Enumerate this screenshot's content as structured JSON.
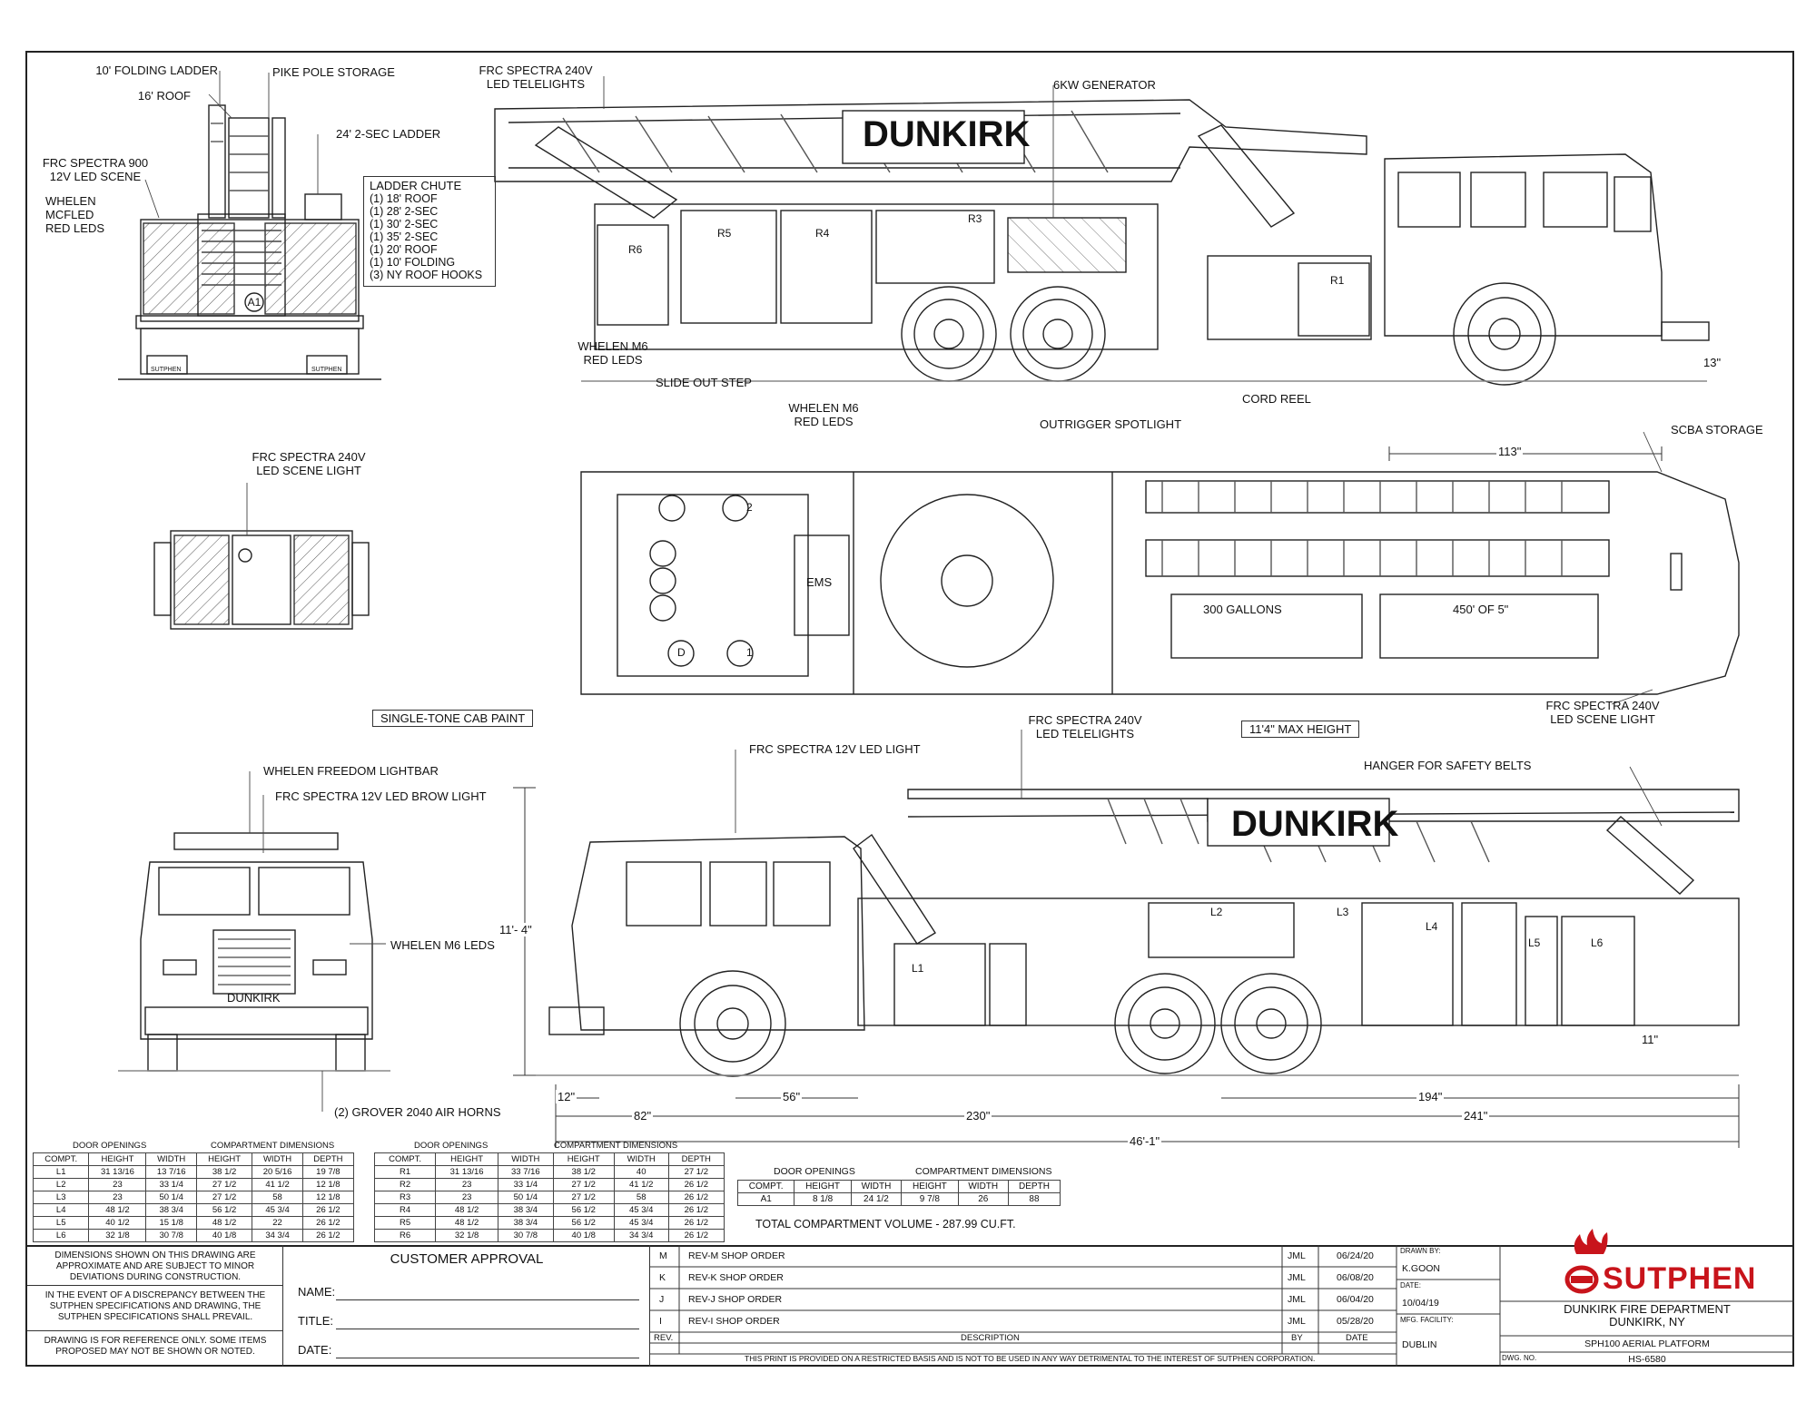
{
  "rear_view_top": {
    "callouts": [
      "10' FOLDING LADDER",
      "16' ROOF",
      "PIKE POLE STORAGE",
      "24' 2-SEC LADDER",
      "FRC SPECTRA 900\n12V LED SCENE",
      "WHELEN\nMCFLED\nRED LEDS"
    ],
    "compartment": "A1",
    "badges": [
      "SUTPHEN",
      "SUTPHEN"
    ]
  },
  "ladder_chute": {
    "title": "LADDER CHUTE",
    "items": [
      "(1) 18' ROOF",
      "(1) 28' 2-SEC",
      "(1) 30' 2-SEC",
      "(1) 35' 2-SEC",
      "(1) 20' ROOF",
      "(1) 10' FOLDING",
      "(3) NY ROOF HOOKS"
    ]
  },
  "officer_side": {
    "callouts": [
      "FRC SPECTRA 240V\nLED TELELIGHTS",
      "6KW GENERATOR",
      "WHELEN M6\nRED LEDS",
      "SLIDE OUT STEP",
      "WHELEN M6\nRED LEDS",
      "OUTRIGGER SPOTLIGHT",
      "CORD REEL"
    ],
    "dimension": "13\"",
    "name": "DUNKIRK",
    "compartments": [
      "R6",
      "R5",
      "R4",
      "R3",
      "R1"
    ]
  },
  "rear_view_mid": {
    "callouts": [
      "FRC SPECTRA 240V\nLED SCENE LIGHT"
    ]
  },
  "top_view": {
    "callouts": [
      "SCBA STORAGE",
      "FRC SPECTRA 240V\nLED SCENE LIGHT"
    ],
    "dimension": "113\"",
    "labels": [
      "300 GALLONS",
      "450' OF 5\"",
      "EMS"
    ],
    "seats": [
      "1",
      "2",
      "D"
    ],
    "boxes": [
      "SINGLE-TONE CAB PAINT",
      "11'4\" MAX HEIGHT"
    ]
  },
  "driver_side": {
    "callouts": [
      "FRC SPECTRA 12V LED LIGHT",
      "FRC SPECTRA 240V\nLED TELELIGHTS",
      "HANGER FOR SAFETY BELTS"
    ],
    "name": "DUNKIRK",
    "compartments": [
      "L1",
      "L2",
      "L3",
      "L4",
      "L5",
      "L6"
    ],
    "dimensions": {
      "height": "11'- 4\"",
      "rear_overhang": "11\"",
      "front_bumper": "12\"",
      "front_axle": "82\"",
      "cab_to_axle": "56\"",
      "wheelbase": "230\"",
      "rear_axle": "194\"",
      "rear_total": "241\"",
      "overall": "46'-1\""
    }
  },
  "front_view": {
    "callouts": [
      "WHELEN FREEDOM LIGHTBAR",
      "FRC SPECTRA 12V LED BROW LIGHT",
      "WHELEN M6 LEDS",
      "(2) GROVER 2040 AIR HORNS"
    ],
    "name": "DUNKIRK"
  },
  "tables": {
    "left": {
      "door_caption": "DOOR OPENINGS",
      "comp_caption": "COMPARTMENT DIMENSIONS",
      "headers": [
        "COMPT.",
        "HEIGHT",
        "WIDTH",
        "HEIGHT",
        "WIDTH",
        "DEPTH"
      ],
      "rows": [
        [
          "L1",
          "31 13/16",
          "13 7/16",
          "38 1/2",
          "20 5/16",
          "19 7/8"
        ],
        [
          "L2",
          "23",
          "33 1/4",
          "27 1/2",
          "41 1/2",
          "12 1/8"
        ],
        [
          "L3",
          "23",
          "50 1/4",
          "27 1/2",
          "58",
          "12 1/8"
        ],
        [
          "L4",
          "48 1/2",
          "38 3/4",
          "56 1/2",
          "45 3/4",
          "26 1/2"
        ],
        [
          "L5",
          "40 1/2",
          "15 1/8",
          "48 1/2",
          "22",
          "26 1/2"
        ],
        [
          "L6",
          "32 1/8",
          "30 7/8",
          "40 1/8",
          "34 3/4",
          "26 1/2"
        ]
      ]
    },
    "right": {
      "door_caption": "DOOR OPENINGS",
      "comp_caption": "COMPARTMENT DIMENSIONS",
      "headers": [
        "COMPT.",
        "HEIGHT",
        "WIDTH",
        "HEIGHT",
        "WIDTH",
        "DEPTH"
      ],
      "rows": [
        [
          "R1",
          "31 13/16",
          "33 7/16",
          "38 1/2",
          "40",
          "27 1/2"
        ],
        [
          "R2",
          "23",
          "33 1/4",
          "27 1/2",
          "41 1/2",
          "26 1/2"
        ],
        [
          "R3",
          "23",
          "50 1/4",
          "27 1/2",
          "58",
          "26 1/2"
        ],
        [
          "R4",
          "48 1/2",
          "38 3/4",
          "56 1/2",
          "45 3/4",
          "26 1/2"
        ],
        [
          "R5",
          "48 1/2",
          "38 3/4",
          "56 1/2",
          "45 3/4",
          "26 1/2"
        ],
        [
          "R6",
          "32 1/8",
          "30 7/8",
          "40 1/8",
          "34 3/4",
          "26 1/2"
        ]
      ]
    },
    "aft": {
      "door_caption": "DOOR OPENINGS",
      "comp_caption": "COMPARTMENT DIMENSIONS",
      "headers": [
        "COMPT.",
        "HEIGHT",
        "WIDTH",
        "HEIGHT",
        "WIDTH",
        "DEPTH"
      ],
      "rows": [
        [
          "A1",
          "8 1/8",
          "24 1/2",
          "9 7/8",
          "26",
          "88"
        ]
      ]
    },
    "total": "TOTAL COMPARTMENT VOLUME - 287.99 CU.FT."
  },
  "title_block": {
    "notes": [
      "DIMENSIONS SHOWN ON THIS DRAWING ARE APPROXIMATE AND ARE SUBJECT TO MINOR DEVIATIONS DURING CONSTRUCTION.",
      "IN THE EVENT OF A DISCREPANCY BETWEEN THE SUTPHEN SPECIFICATIONS AND DRAWING, THE SUTPHEN SPECIFICATIONS SHALL PREVAIL.",
      "DRAWING IS FOR REFERENCE ONLY. SOME ITEMS PROPOSED MAY NOT BE SHOWN OR NOTED."
    ],
    "customer_approval": "CUSTOMER APPROVAL",
    "fields": [
      "NAME:",
      "TITLE:",
      "DATE:"
    ],
    "revisions": [
      {
        "rev": "M",
        "desc": "REV-M SHOP ORDER",
        "by": "JML",
        "date": "06/24/20"
      },
      {
        "rev": "K",
        "desc": "REV-K SHOP ORDER",
        "by": "JML",
        "date": "06/08/20"
      },
      {
        "rev": "J",
        "desc": "REV-J SHOP ORDER",
        "by": "JML",
        "date": "06/04/20"
      },
      {
        "rev": "I",
        "desc": "REV-I SHOP ORDER",
        "by": "JML",
        "date": "05/28/20"
      }
    ],
    "rev_headers": {
      "rev": "REV.",
      "desc": "DESCRIPTION",
      "by": "BY",
      "date": "DATE"
    },
    "disclaimer": "THIS PRINT IS PROVIDED ON A RESTRICTED BASIS AND IS NOT TO BE USED IN ANY WAY DETRIMENTAL TO THE INTEREST OF SUTPHEN CORPORATION.",
    "drawn_by_label": "DRAWN BY:",
    "drawn_by": "K.GOON",
    "date_label": "DATE:",
    "date": "10/04/19",
    "facility_label": "MFG. FACILITY:",
    "facility": "DUBLIN",
    "brand": "SUTPHEN",
    "customer": "DUNKIRK FIRE DEPARTMENT",
    "location": "DUNKIRK, NY",
    "model": "SPH100 AERIAL PLATFORM",
    "dwg_label": "DWG. NO.",
    "dwg_no": "HS-6580",
    "brand_color": "#c8141b"
  }
}
